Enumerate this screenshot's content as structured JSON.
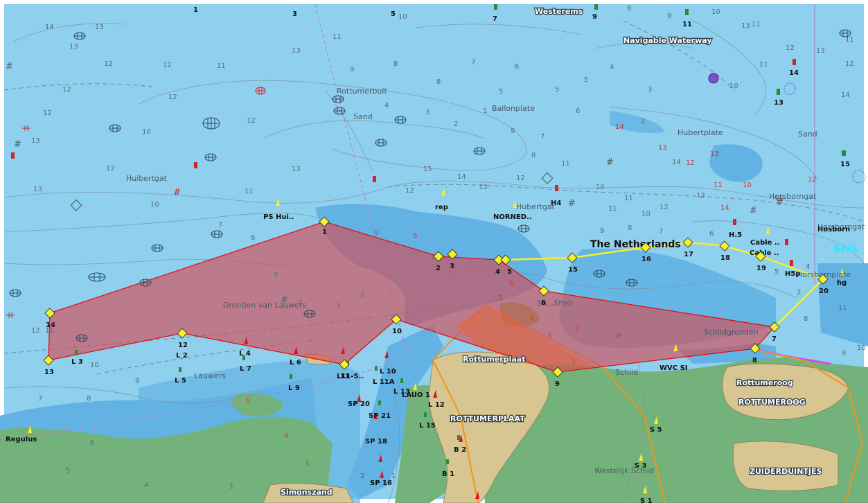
{
  "colors": {
    "deep_water": "#8fd0ee",
    "shallow_water": "#62b3e3",
    "drying": "#73b27a",
    "land": "#d8c692",
    "route_area_fill": "#d9474f",
    "route_area_stroke": "#e01010",
    "leg_yellow": "#f5ef2c",
    "cable_orange": "#f29416",
    "boundary_magenta": "#e040e8"
  },
  "labels": {
    "top_1": "1",
    "top_3": "3",
    "top_5": "5",
    "top_7": "7",
    "westerems": "Westerems",
    "top_9": "9",
    "top_11": "11",
    "navigable_waterway": "Navigable Waterway",
    "rottumerbult": "Rottumerbult",
    "ballonplate": "Ballonplate",
    "hubertplate": "Hubertplate",
    "huibertgat": "Huibertgat",
    "ps_hui": "PS Hui..",
    "rep": "rep",
    "norned": "NORNED..",
    "hubertgat": "Hubertgat",
    "h4": "H4",
    "horsborngat": "Horsborngat",
    "horsborngat2": "Horsborngat",
    "hosborn": "Hosborn",
    "the_netherlands": "The Netherlands",
    "cable1": "Cable ..",
    "cable2": "Cable ..",
    "h5": "H.5",
    "h5p": "H5p",
    "horsborngat_plate": "Horsbornplate",
    "hg": "hg",
    "gronden": "Gronden van Lauwers",
    "schildgronden": "Schildgronden",
    "lauwers": "Lauwers",
    "rottumerplaat_area": "Rottumerplaat",
    "rottumerplaat_island": "ROTTUMERPLAAT",
    "rottumeroog": "Rottumeroog",
    "rottumeroog_island": "ROTTUMEROOG",
    "schild": "Schild",
    "wvc_si": "WVC SI",
    "westelijk_schild": "Westelijk Schild",
    "zuiderduintjes": "ZUIDERDUINTJES",
    "simonszand": "Simonszand",
    "regulus": "Regulus",
    "l3": "L 3",
    "l2": "L 2",
    "l5": "L 5",
    "l4": "L 4",
    "l7": "L 7",
    "l6": "L 6",
    "l9": "L 9",
    "l11s": "L11-S..",
    "l10": "L 10",
    "l11a": "L 11A",
    "l13": "L 13",
    "lauo1": "LAUO 1",
    "l12": "L 12",
    "l15": "L 15",
    "sp20": "SP 20",
    "sp21": "SP 21",
    "sp18": "SP 18",
    "sp16": "SP 16",
    "b2": "B 2",
    "b1": "B 1",
    "s5": "S 5",
    "s3": "S 3",
    "s1": "S 1",
    "beel": "BEEL",
    "sand1": "Sand",
    "sand2": "Sand",
    "shell": "Sh...Shell",
    "right14": "14",
    "right13": "13",
    "right15": "15"
  },
  "waypoints": [
    {
      "id": "1",
      "label": "1"
    },
    {
      "id": "2",
      "label": "2"
    },
    {
      "id": "3",
      "label": "3"
    },
    {
      "id": "4",
      "label": "4"
    },
    {
      "id": "5",
      "label": "5"
    },
    {
      "id": "6",
      "label": "6"
    },
    {
      "id": "7",
      "label": "7"
    },
    {
      "id": "8",
      "label": "8"
    },
    {
      "id": "9",
      "label": "9"
    },
    {
      "id": "10",
      "label": "10"
    },
    {
      "id": "11",
      "label": "11"
    },
    {
      "id": "12",
      "label": "12"
    },
    {
      "id": "13",
      "label": "13"
    },
    {
      "id": "14",
      "label": "14"
    },
    {
      "id": "15",
      "label": "15"
    },
    {
      "id": "16",
      "label": "16"
    },
    {
      "id": "17",
      "label": "17"
    },
    {
      "id": "18",
      "label": "18"
    },
    {
      "id": "19",
      "label": "19"
    },
    {
      "id": "20",
      "label": "20"
    }
  ],
  "soundings": [
    "14",
    "13",
    "12",
    "13",
    "12",
    "12",
    "13",
    "12",
    "11",
    "12",
    "10",
    "12",
    "13",
    "10",
    "11",
    "13",
    "12",
    "13",
    "11",
    "10",
    "9",
    "8",
    "8",
    "7",
    "6",
    "5",
    "5",
    "4",
    "3",
    "2",
    "1",
    "9",
    "8",
    "7",
    "6",
    "5",
    "4",
    "3",
    "2",
    "7",
    "6",
    "5",
    "4",
    "3",
    "2",
    "12",
    "13",
    "14",
    "15",
    "12",
    "11",
    "10",
    "11",
    "12",
    "13",
    "14",
    "11",
    "10",
    "9",
    "8",
    "7",
    "6",
    "5",
    "4",
    "13",
    "12",
    "11",
    "10",
    "14",
    "13",
    "12",
    "11",
    "10",
    "9",
    "8",
    "12",
    "11",
    "10",
    "9",
    "8",
    "7",
    "6",
    "5",
    "4",
    "3",
    "2",
    "11",
    "10",
    "9",
    "8"
  ],
  "soundings_red": [
    "14",
    "13",
    "12",
    "11",
    "10",
    "9",
    "8",
    "7",
    "6",
    "5",
    "4",
    "3",
    "2",
    "1",
    "0",
    "5",
    "4",
    "3",
    "2",
    "1",
    "13",
    "14",
    "15",
    "12",
    "11"
  ]
}
